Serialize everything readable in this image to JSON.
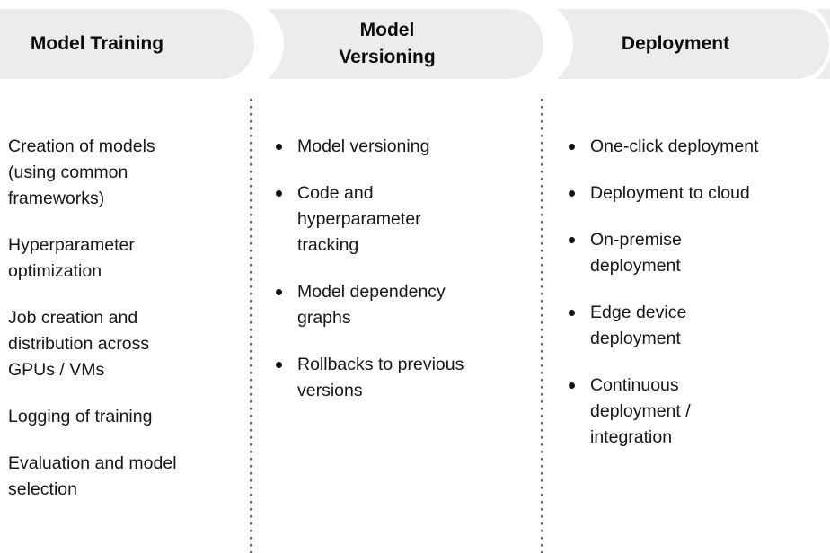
{
  "colors": {
    "segment_fill": "#ececec",
    "header_text": "#0b0b0b",
    "body_text": "#161616",
    "bullet": "#111111",
    "divider_dot": "#666666"
  },
  "pipeline": {
    "stages": [
      {
        "header": "Model Training",
        "bulleted": false,
        "items": [
          "Creation of models\n(using common\nframeworks)",
          "Hyperparameter\noptimization",
          "Job creation and\ndistribution across\nGPUs / VMs",
          "Logging of training",
          "Evaluation and model\nselection"
        ]
      },
      {
        "header": "Model\nVersioning",
        "bulleted": true,
        "items": [
          "Model versioning",
          "Code and\nhyperparameter\ntracking",
          "Model dependency\ngraphs",
          "Rollbacks to previous\nversions"
        ]
      },
      {
        "header": "Deployment",
        "bulleted": true,
        "items": [
          "One-click deployment",
          "Deployment to cloud",
          "On-premise\ndeployment",
          "Edge device\ndeployment",
          "Continuous\ndeployment /\nintegration"
        ]
      }
    ]
  }
}
